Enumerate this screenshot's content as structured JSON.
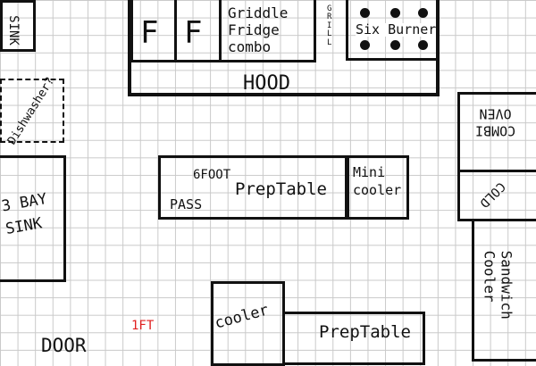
{
  "labels": {
    "sink_top": "SINK",
    "dishwasher": "Dishwasher?",
    "fridge_1": "F",
    "fridge_2": "F",
    "griddle_fridge_combo": "Griddle\nFridge\ncombo",
    "grill": "G\nR\nI\nL\nL",
    "six_burner": "Six Burner",
    "hood": "HOOD",
    "combi_oven": "COMBI\nOVEN",
    "cold": "COLD",
    "sandwich_cooler": "Sandwich\nCooler",
    "six_foot": "6FOOT",
    "pass": "PASS",
    "prep_table_center": "PrepTable",
    "mini_cooler": "Mini\ncooler",
    "three_bay_sink": "3 BAY\nSINK",
    "scale": "1FT",
    "cooler_bottom": "cooler",
    "prep_table_bottom": "PrepTable",
    "door": "DOOR"
  },
  "colors": {
    "ink": "#111111",
    "grid": "#c9c9c9",
    "scale": "#e02020"
  }
}
